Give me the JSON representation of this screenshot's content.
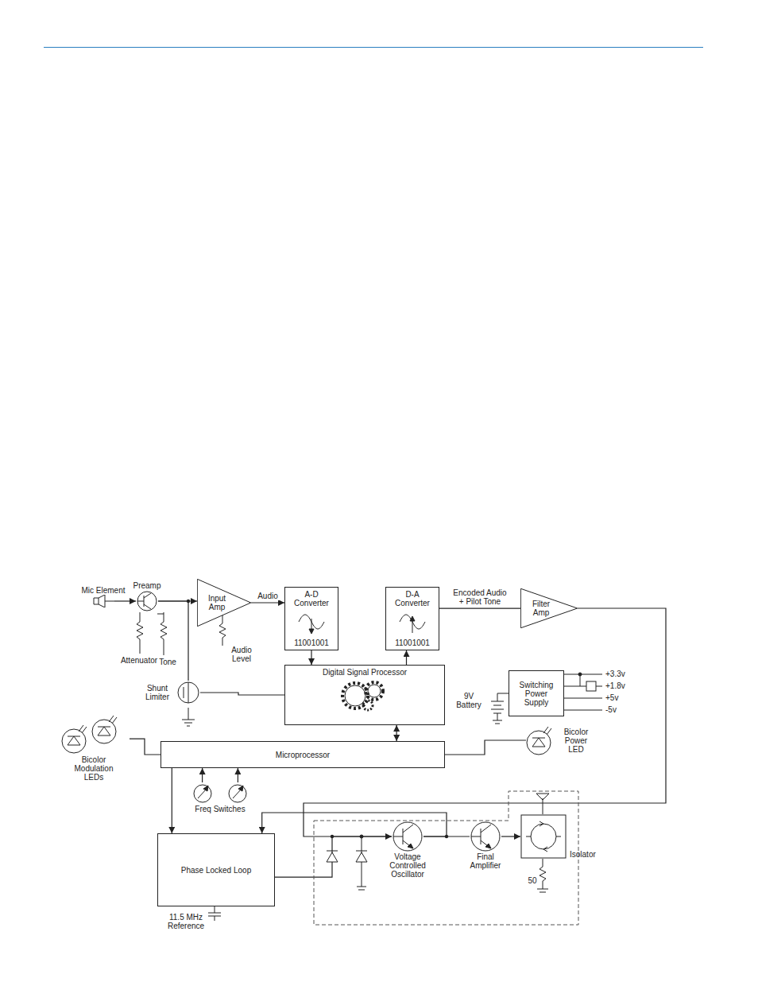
{
  "diagram": {
    "nodes": [
      {
        "text": [
          "Mic Element"
        ]
      },
      {
        "text": [
          "Preamp"
        ]
      },
      {
        "text": [
          "Input Amp"
        ]
      },
      {
        "text": [
          "A-D Converter",
          "11001001"
        ]
      },
      {
        "text": [
          "D-A Converter",
          "11001001"
        ]
      },
      {
        "text": [
          "Filter Amp"
        ]
      },
      {
        "text": [
          "Digital Signal Processor"
        ]
      },
      {
        "text": [
          "Switching Power Supply"
        ]
      },
      {
        "text": [
          "Shunt Limiter"
        ]
      },
      {
        "text": [
          "Microprocessor"
        ]
      },
      {
        "text": [
          "Bicolor Modulation LEDs"
        ]
      },
      {
        "text": [
          "Bicolor Power LED"
        ]
      },
      {
        "text": [
          "Freq Switches"
        ]
      },
      {
        "text": [
          "Phase Locked Loop"
        ]
      },
      {
        "text": [
          "Voltage Controlled Oscillator"
        ]
      },
      {
        "text": [
          "Final Amplifier"
        ]
      },
      {
        "text": [
          "Isolator"
        ]
      }
    ],
    "edges": [
      {
        "from": 0,
        "to": 1,
        "arrow": "to"
      },
      {
        "from": 1,
        "to": 2,
        "arrow": "to"
      },
      {
        "from": 2,
        "to": 3,
        "label": "Audio",
        "arrow": "to"
      },
      {
        "from": 3,
        "to": 6,
        "arrow": "to"
      },
      {
        "from": 6,
        "to": 4,
        "arrow": "to"
      },
      {
        "from": 4,
        "to": 5,
        "label": "Encoded Audio + Pilot Tone",
        "arrow": "none"
      },
      {
        "from": 5,
        "to": 14,
        "arrow": "to"
      },
      {
        "from": 1,
        "to": 8,
        "arrow": "none"
      },
      {
        "from": 6,
        "to": 8,
        "arrow": "none"
      },
      {
        "from": 9,
        "to": 6,
        "arrow": "both"
      },
      {
        "from": 9,
        "to": 10,
        "arrow": "none"
      },
      {
        "from": 9,
        "to": 11,
        "arrow": "none"
      },
      {
        "from": 12,
        "to": 9,
        "arrow": "to"
      },
      {
        "from": 12,
        "to": 9,
        "arrow": "to"
      },
      {
        "from": 9,
        "to": 13,
        "arrow": "to"
      },
      {
        "from": 14,
        "to": 13,
        "arrow": "to"
      },
      {
        "from": 14,
        "to": 15,
        "arrow": "none"
      },
      {
        "from": 15,
        "to": 16,
        "arrow": "to"
      },
      {
        "from": 13,
        "to": 14,
        "arrow": "none"
      }
    ],
    "labels": [
      "Attenuator",
      "Tone",
      "Audio Level",
      "9V Battery",
      "+3.3v",
      "+1.8v",
      "+5v",
      "-5v",
      "11.5 MHz Reference",
      "50"
    ]
  }
}
